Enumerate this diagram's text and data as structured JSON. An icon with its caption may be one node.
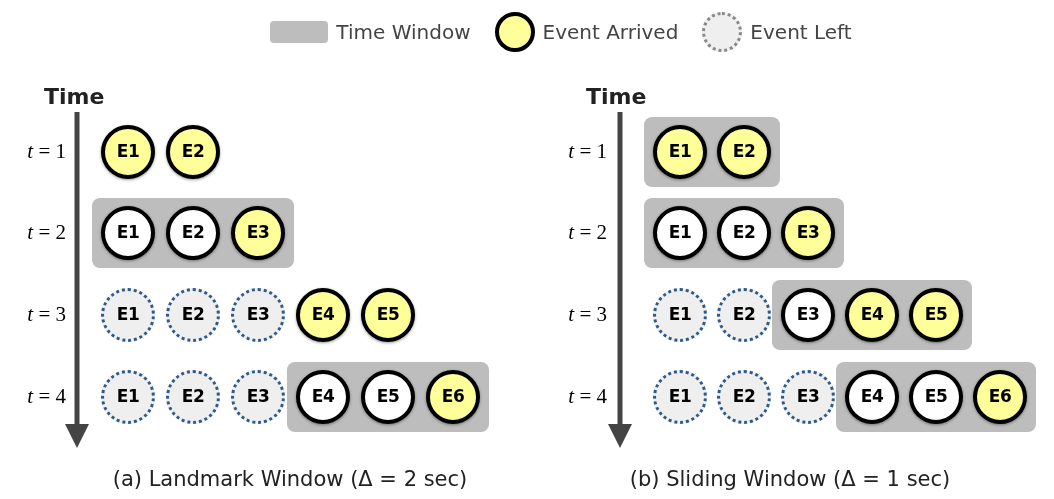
{
  "diagram": {
    "nodes": [
      {
        "text": [
          "E1"
        ]
      },
      {
        "text": [
          "E2"
        ]
      },
      {
        "text": [],
        "shape": "box"
      },
      {
        "text": [
          "E1"
        ],
        "in": 2
      },
      {
        "text": [
          "E2"
        ],
        "in": 2
      },
      {
        "text": [
          "E3"
        ],
        "in": 2
      },
      {
        "text": [
          "E1"
        ]
      },
      {
        "text": [
          "E2"
        ]
      },
      {
        "text": [
          "E3"
        ]
      },
      {
        "text": [
          "E4"
        ]
      },
      {
        "text": [
          "E5"
        ]
      },
      {
        "text": [
          "E1"
        ]
      },
      {
        "text": [
          "E2"
        ]
      },
      {
        "text": [
          "E3"
        ]
      },
      {
        "text": [],
        "shape": "box"
      },
      {
        "text": [
          "E4"
        ],
        "in": 14
      },
      {
        "text": [
          "E5"
        ],
        "in": 14
      },
      {
        "text": [
          "E6"
        ],
        "in": 14
      },
      {
        "text": [],
        "shape": "box"
      },
      {
        "text": [
          "E1"
        ],
        "in": 18
      },
      {
        "text": [
          "E2"
        ],
        "in": 18
      },
      {
        "text": [],
        "shape": "box"
      },
      {
        "text": [
          "E1"
        ],
        "in": 21
      },
      {
        "text": [
          "E2"
        ],
        "in": 21
      },
      {
        "text": [
          "E3"
        ],
        "in": 21
      },
      {
        "text": [
          "E1"
        ]
      },
      {
        "text": [
          "E2"
        ]
      },
      {
        "text": [],
        "shape": "box"
      },
      {
        "text": [
          "E3"
        ],
        "in": 27
      },
      {
        "text": [
          "E4"
        ],
        "in": 27
      },
      {
        "text": [
          "E5"
        ],
        "in": 27
      },
      {
        "text": [
          "E1"
        ]
      },
      {
        "text": [
          "E2"
        ]
      },
      {
        "text": [
          "E3"
        ]
      },
      {
        "text": [],
        "shape": "box"
      },
      {
        "text": [
          "E4"
        ],
        "in": 34
      },
      {
        "text": [
          "E5"
        ],
        "in": 34
      },
      {
        "text": [
          "E6"
        ],
        "in": 34
      }
    ],
    "labels": [
      "Time",
      "*t* = 1",
      "*t* = 2",
      "*t* = 3",
      "*t* = 4",
      "Time",
      "*t* = 1",
      "*t* = 2",
      "*t* = 3",
      "*t* = 4",
      "(a) Landmark Window (Δ = 2 sec)",
      "(b) Sliding Window (Δ = 1 sec)"
    ],
    "legend": [
      {
        "text": "Time Window",
        "color": "#bdbdbd"
      },
      {
        "text": "Event Arrived"
      },
      {
        "text": "Event Left"
      }
    ]
  }
}
